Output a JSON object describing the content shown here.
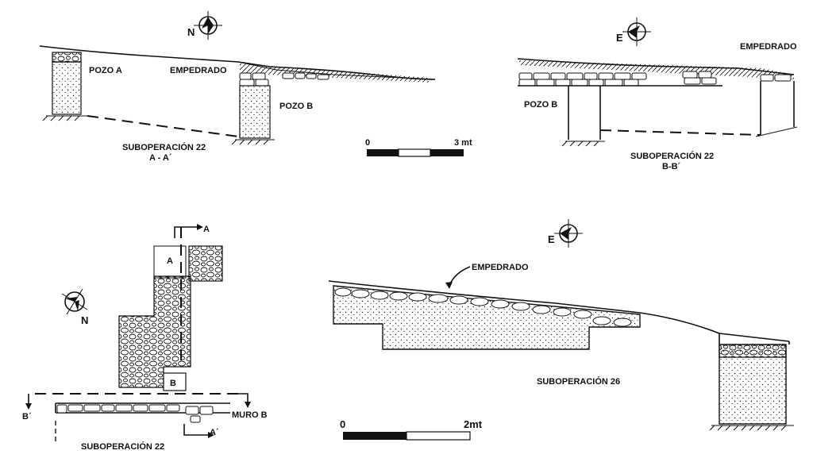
{
  "section_aa": {
    "pozo_a": "POZO A",
    "empedrado": "EMPEDRADO",
    "pozo_b": "POZO B",
    "title": "SUBOPERACIÓN 22",
    "subtitle": "A - A´",
    "compass_letter": "N"
  },
  "section_bb": {
    "empedrado": "EMPEDRADO",
    "pozo_b": "POZO B",
    "title": "SUBOPERACIÓN 22",
    "subtitle": "B-B´",
    "compass_letter": "E"
  },
  "scale_top": {
    "start": "0",
    "end": "3 mt"
  },
  "plan_22": {
    "label_a": "A",
    "label_b": "B",
    "arrow_a": "A",
    "arrow_a_prime": "A´",
    "label_b_prime": "B´",
    "muro_b": "MURO B",
    "title": "SUBOPERACIÓN 22",
    "compass_letter": "N"
  },
  "section_26": {
    "empedrado": "EMPEDRADO",
    "title": "SUBOPERACIÓN 26",
    "compass_letter": "E"
  },
  "scale_bottom": {
    "start": "0",
    "end": "2mt"
  }
}
